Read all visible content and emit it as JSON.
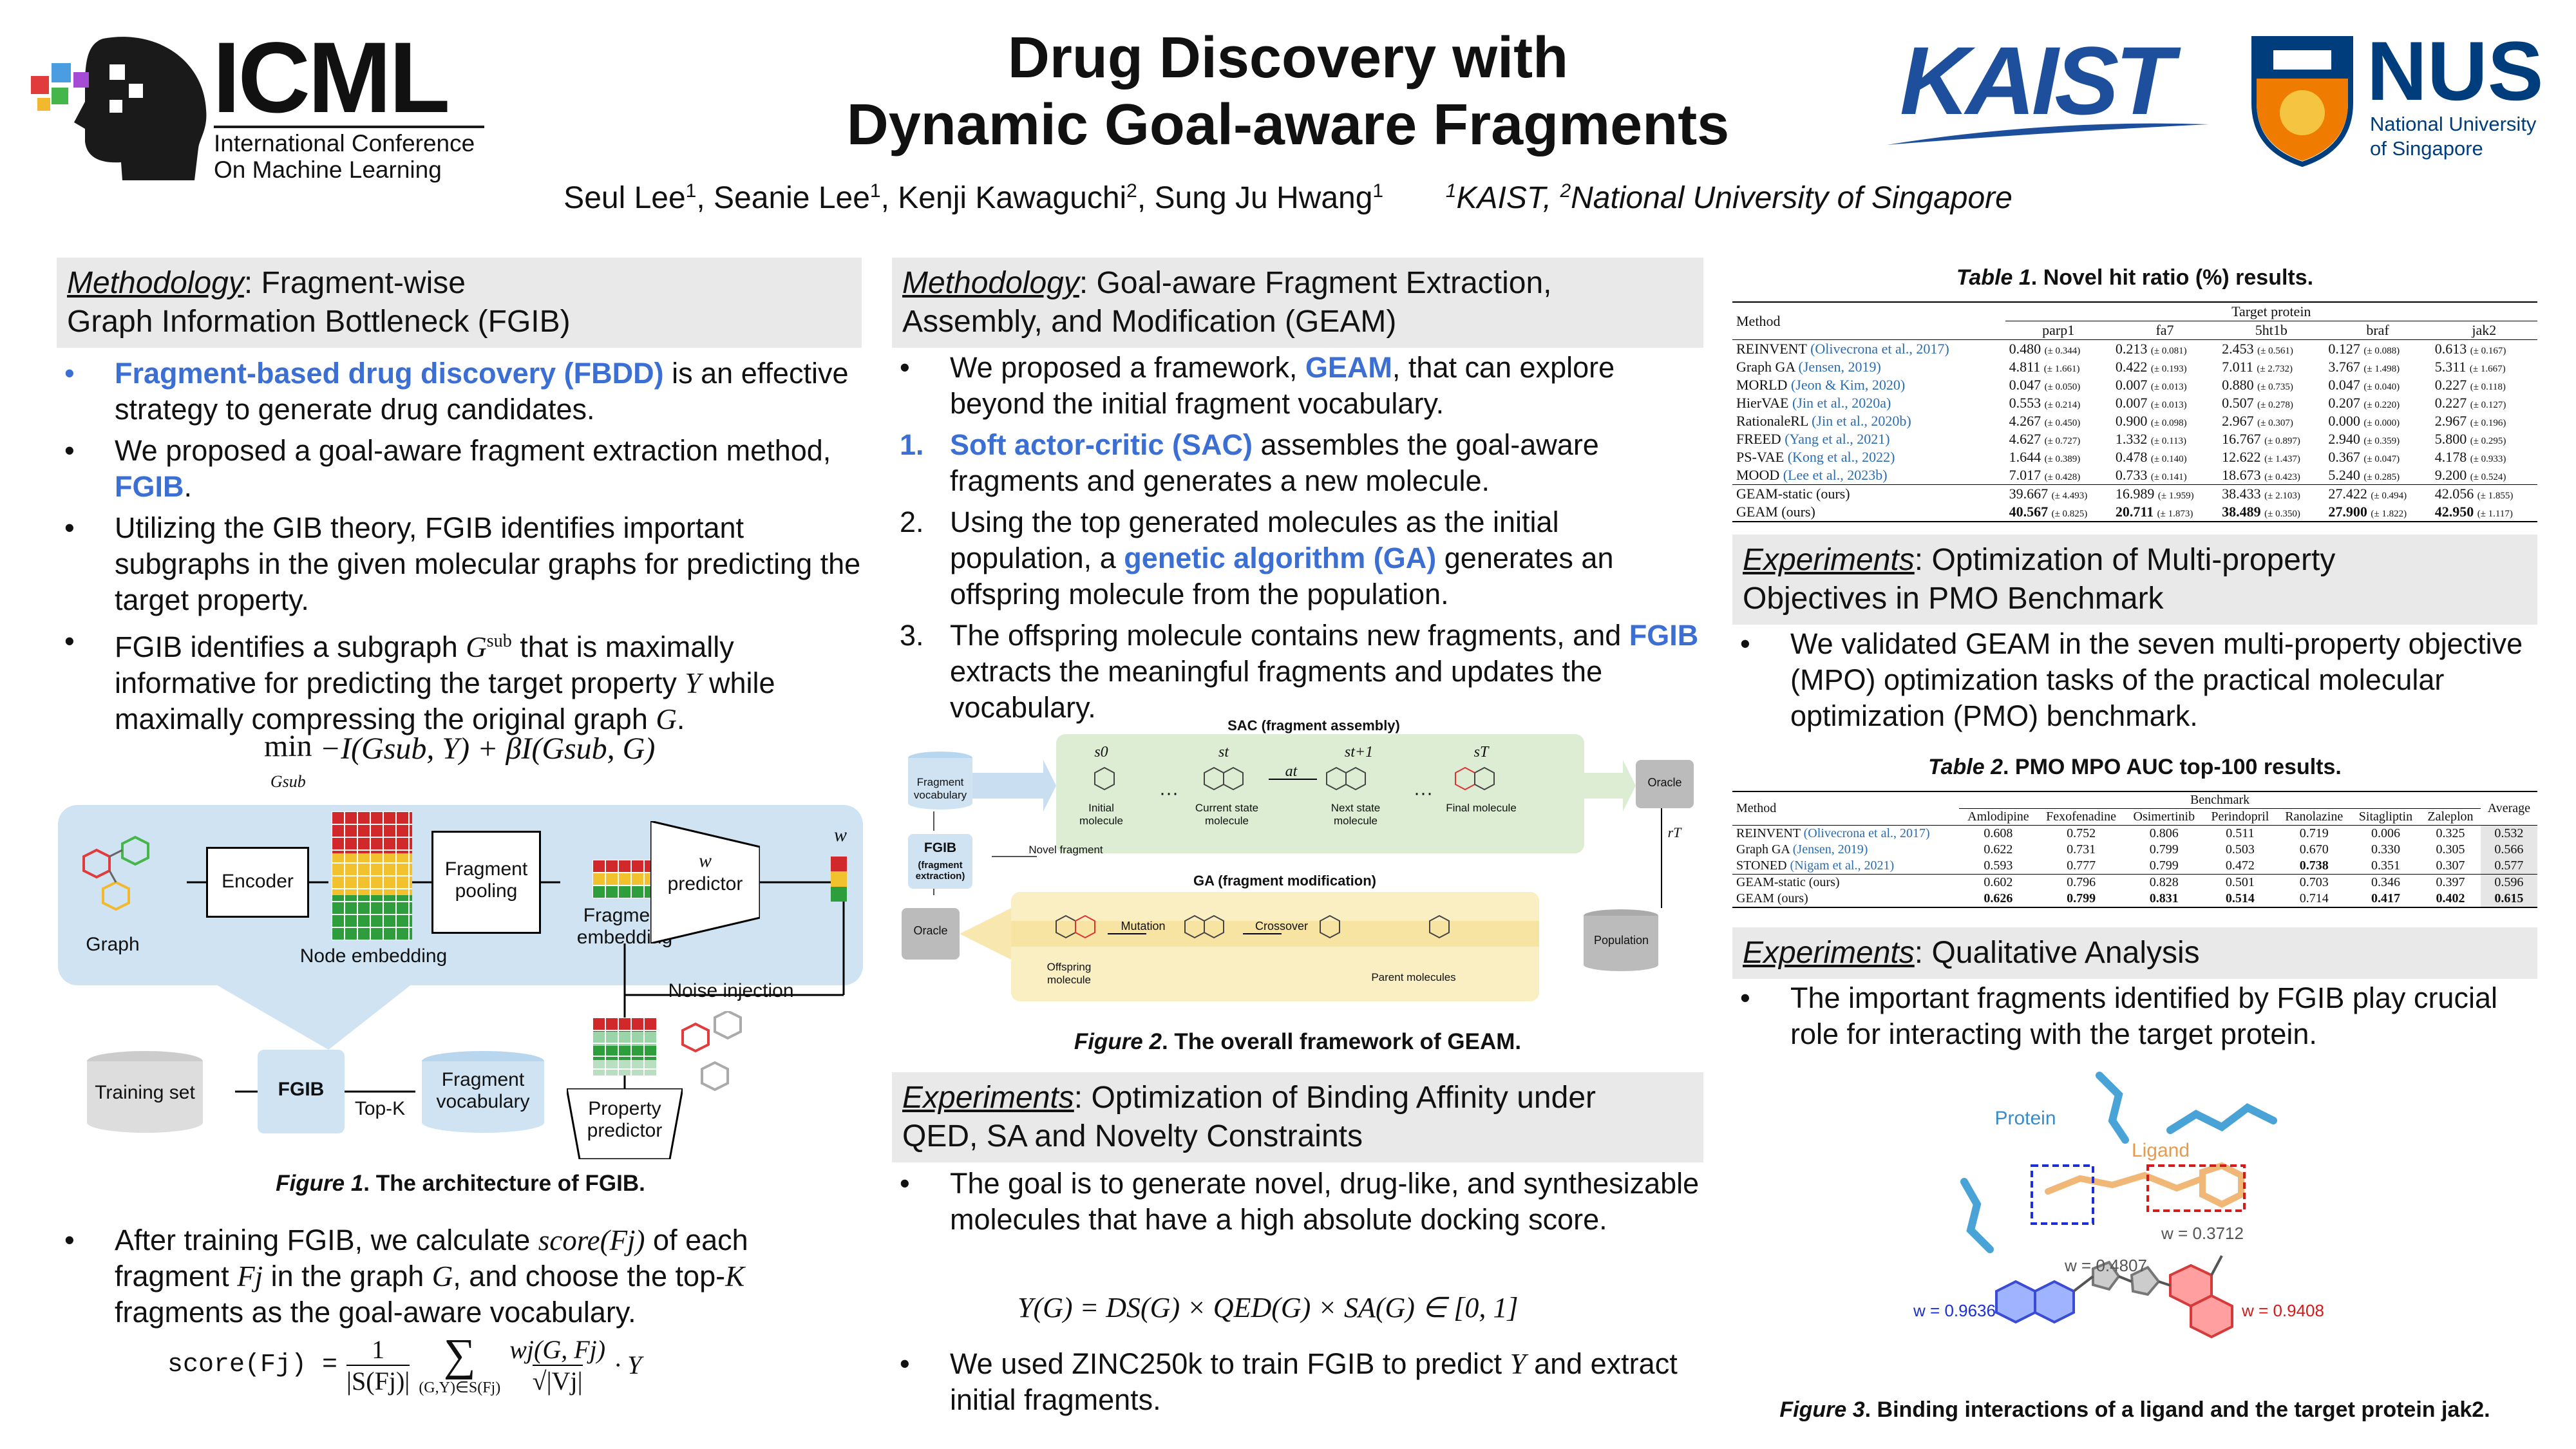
{
  "header": {
    "icml_logo_text": "ICML",
    "icml_sub1": "International Conference",
    "icml_sub2": "On Machine Learning",
    "title_line1": "Drug Discovery with",
    "title_line2": "Dynamic Goal-aware Fragments",
    "authors": [
      {
        "name": "Seul Lee",
        "aff": "1"
      },
      {
        "name": "Seanie Lee",
        "aff": "1"
      },
      {
        "name": "Kenji Kawaguchi",
        "aff": "2"
      },
      {
        "name": "Sung Ju Hwang",
        "aff": "1"
      }
    ],
    "affiliations": [
      {
        "num": "1",
        "name": "KAIST"
      },
      {
        "num": "2",
        "name": "National University of Singapore"
      }
    ],
    "kaist_logo_text": "KAIST",
    "nus_logo_text": "NUS",
    "nus_sub1": "National University",
    "nus_sub2": "of Singapore",
    "colors": {
      "kaist_blue": "#1d4f9c",
      "nus_blue": "#003d7c",
      "nus_orange": "#ef7c00"
    }
  },
  "col1": {
    "heading_italic": "Methodology",
    "heading_line1": ": Fragment-wise",
    "heading_line2": "Graph Information Bottleneck (FGIB)",
    "b1_hl": "Fragment-based drug discovery (FBDD)",
    "b1_rest": " is an effective strategy to generate drug candidates.",
    "b2_pre": "We proposed a goal-aware fragment extraction method, ",
    "b2_hl": "FGIB",
    "b2_post": ".",
    "b3": "Utilizing the GIB theory, FGIB identifies important subgraphs in the given molecular graphs for predicting the target property.",
    "b4_a": "FGIB identifies a subgraph ",
    "b4_b": " that is maximally informative for predicting the target property ",
    "b4_c": " while maximally compressing the original graph ",
    "b4_d": ".",
    "sym_gsub": "G",
    "sym_sub": "sub",
    "sym_y": "Y",
    "sym_g": "G",
    "eq1": "min −I(Gsub, Y) + βI(Gsub, G)",
    "eq1_parts": {
      "min": "min",
      "under": "Gsub",
      "body": "−I(Gsub, Y) + βI(Gsub, G)"
    },
    "fig1_labels": {
      "graph": "Graph",
      "encoder": "Encoder",
      "node_embedding": "Node embedding",
      "fragment_pooling": "Fragment pooling",
      "fragment_embedding": "Fragment embedding",
      "w": "w",
      "w_predictor": "predictor",
      "noise_injection": "Noise injection",
      "training_set": "Training set",
      "fgib": "FGIB",
      "top_k": "Top-K",
      "fragment_vocabulary": "Fragment vocabulary",
      "property_predictor": "Property predictor"
    },
    "fig1_caption_italic": "Figure 1",
    "fig1_caption_rest": ". The architecture of FGIB.",
    "b5_a": "After training FGIB, we calculate ",
    "b5_score": "score(Fj)",
    "b5_b": " of each fragment ",
    "b5_fj": "Fj",
    "b5_c": " in the graph ",
    "b5_g": "G",
    "b5_d": ", and choose the top-",
    "b5_k": "K",
    "b5_e": " fragments as the goal-aware vocabulary.",
    "eq2": "score(Fj) = 1/|S(Fj)| Σ(G,Y)∈S(Fj) wj(G,Fj)/√|Vj| · Y",
    "eq2_parts": {
      "lhs": "score(Fj) =",
      "num1": "1",
      "den1": "|S(Fj)|",
      "sum": "∑",
      "sub": "(G,Y)∈S(Fj)",
      "num2": "wj(G, Fj)",
      "den2": "√|Vj|",
      "tail": "· Y"
    }
  },
  "col2": {
    "heading_italic": "Methodology",
    "heading_line1": ": Goal-aware Fragment Extraction,",
    "heading_line2": "Assembly, and Modification (GEAM)",
    "b1_pre": "We proposed a framework, ",
    "b1_hl": "GEAM",
    "b1_post": ", that can explore beyond the initial fragment vocabulary.",
    "s1_hl": "Soft actor-critic (SAC)",
    "s1_rest": " assembles the goal-aware fragments and generates a new molecule.",
    "s2_pre": "Using the top generated molecules as the initial population, a ",
    "s2_hl": "genetic algorithm (GA)",
    "s2_post": " generates an offspring molecule from the population.",
    "s3_pre": "The offspring molecule contains new fragments, and ",
    "s3_hl": "FGIB",
    "s3_post": " extracts the meaningful fragments and updates the vocabulary.",
    "fig2_labels": {
      "sac": "SAC (fragment assembly)",
      "ga": "GA (fragment modification)",
      "frag_vocab": "Fragment vocabulary",
      "fgib": "FGIB",
      "fgib_sub": "(fragment extraction)",
      "novel_fragment": "Novel fragment",
      "s0": "s0",
      "st": "st",
      "at": "at",
      "st1": "st+1",
      "sT": "sT",
      "initial": "Initial molecule",
      "current": "Current state molecule",
      "next": "Next state molecule",
      "final": "Final molecule",
      "oracle": "Oracle",
      "rT": "rT",
      "population": "Population",
      "mutation": "Mutation",
      "crossover": "Crossover",
      "offspring": "Offspring molecule",
      "parents": "Parent molecules",
      "dots": "···"
    },
    "fig2_caption_italic": "Figure 2",
    "fig2_caption_rest": ". The overall framework of GEAM.",
    "heading2_italic": "Experiments",
    "heading2_line1": ": Optimization of Binding Affinity under",
    "heading2_line2": "QED, SA and Novelty Constraints",
    "b2": "The goal is to generate novel, drug-like, and synthesizable molecules that have a high absolute docking score.",
    "eq3": "Y(G) = DS(G) × QED(G) × SA(G) ∈ [0, 1]",
    "b3_pre": "We used ZINC250k to train FGIB to predict ",
    "b3_y": "Y",
    "b3_post": " and extract initial fragments."
  },
  "table1": {
    "caption_italic": "Table 1",
    "caption_rest": ". Novel hit ratio (%) results.",
    "method_header": "Method",
    "group_header": "Target protein",
    "columns": [
      "parp1",
      "fa7",
      "5ht1b",
      "braf",
      "jak2"
    ],
    "rows": [
      {
        "method": "REINVENT",
        "cite": "(Olivecrona et al., 2017)",
        "vals": [
          "0.480",
          "0.213",
          "2.453",
          "0.127",
          "0.613"
        ],
        "sds": [
          "(± 0.344)",
          "(± 0.081)",
          "(± 0.561)",
          "(± 0.088)",
          "(± 0.167)"
        ]
      },
      {
        "method": "Graph GA",
        "cite": "(Jensen, 2019)",
        "vals": [
          "4.811",
          "0.422",
          "7.011",
          "3.767",
          "5.311"
        ],
        "sds": [
          "(± 1.661)",
          "(± 0.193)",
          "(± 2.732)",
          "(± 1.498)",
          "(± 1.667)"
        ]
      },
      {
        "method": "MORLD",
        "cite": "(Jeon & Kim, 2020)",
        "vals": [
          "0.047",
          "0.007",
          "0.880",
          "0.047",
          "0.227"
        ],
        "sds": [
          "(± 0.050)",
          "(± 0.013)",
          "(± 0.735)",
          "(± 0.040)",
          "(± 0.118)"
        ]
      },
      {
        "method": "HierVAE",
        "cite": "(Jin et al., 2020a)",
        "vals": [
          "0.553",
          "0.007",
          "0.507",
          "0.207",
          "0.227"
        ],
        "sds": [
          "(± 0.214)",
          "(± 0.013)",
          "(± 0.278)",
          "(± 0.220)",
          "(± 0.127)"
        ]
      },
      {
        "method": "RationaleRL",
        "cite": "(Jin et al., 2020b)",
        "vals": [
          "4.267",
          "0.900",
          "2.967",
          "0.000",
          "2.967"
        ],
        "sds": [
          "(± 0.450)",
          "(± 0.098)",
          "(± 0.307)",
          "(± 0.000)",
          "(± 0.196)"
        ]
      },
      {
        "method": "FREED",
        "cite": "(Yang et al., 2021)",
        "vals": [
          "4.627",
          "1.332",
          "16.767",
          "2.940",
          "5.800"
        ],
        "sds": [
          "(± 0.727)",
          "(± 0.113)",
          "(± 0.897)",
          "(± 0.359)",
          "(± 0.295)"
        ]
      },
      {
        "method": "PS-VAE",
        "cite": "(Kong et al., 2022)",
        "vals": [
          "1.644",
          "0.478",
          "12.622",
          "0.367",
          "4.178"
        ],
        "sds": [
          "(± 0.389)",
          "(± 0.140)",
          "(± 1.437)",
          "(± 0.047)",
          "(± 0.933)"
        ]
      },
      {
        "method": "MOOD",
        "cite": "(Lee et al., 2023b)",
        "vals": [
          "7.017",
          "0.733",
          "18.673",
          "5.240",
          "9.200"
        ],
        "sds": [
          "(± 0.428)",
          "(± 0.141)",
          "(± 0.423)",
          "(± 0.285)",
          "(± 0.524)"
        ]
      }
    ],
    "ours": [
      {
        "method": "GEAM-static (ours)",
        "vals": [
          "39.667",
          "16.989",
          "38.433",
          "27.422",
          "42.056"
        ],
        "sds": [
          "(± 4.493)",
          "(± 1.959)",
          "(± 2.103)",
          "(± 0.494)",
          "(± 1.855)"
        ],
        "bold": false
      },
      {
        "method": "GEAM (ours)",
        "vals": [
          "40.567",
          "20.711",
          "38.489",
          "27.900",
          "42.950"
        ],
        "sds": [
          "(± 0.825)",
          "(± 1.873)",
          "(± 0.350)",
          "(± 1.822)",
          "(± 1.117)"
        ],
        "bold": true
      }
    ]
  },
  "col3": {
    "heading1_italic": "Experiments",
    "heading1_line1": ": Optimization of Multi-property",
    "heading1_line2": "Objectives in PMO Benchmark",
    "b1": "We validated GEAM in the seven multi-property objective (MPO) optimization tasks of the practical molecular optimization (PMO) benchmark.",
    "heading2_italic": "Experiments",
    "heading2_rest": ": Qualitative Analysis",
    "b2": "The important fragments identified by FGIB play crucial role for interacting with the target protein.",
    "fig3_labels": {
      "protein": "Protein",
      "ligand": "Ligand",
      "w1": "w = 0.3712",
      "w2": "w = 0.4807",
      "w3": "w = 0.9636",
      "w4": "w = 0.9408"
    },
    "fig3_caption_italic": "Figure 3",
    "fig3_caption_rest": ". Binding interactions of a ligand and the target protein jak2."
  },
  "table2": {
    "caption_italic": "Table 2",
    "caption_rest": ". PMO MPO AUC top-100 results.",
    "method_header": "Method",
    "group_header": "Benchmark",
    "avg_header": "Average",
    "columns": [
      "Amlodipine",
      "Fexofenadine",
      "Osimertinib",
      "Perindopril",
      "Ranolazine",
      "Sitagliptin",
      "Zaleplon"
    ],
    "rows": [
      {
        "method": "REINVENT",
        "cite": "(Olivecrona et al., 2017)",
        "vals": [
          "0.608",
          "0.752",
          "0.806",
          "0.511",
          "0.719",
          "0.006",
          "0.325"
        ],
        "avg": "0.532"
      },
      {
        "method": "Graph GA",
        "cite": "(Jensen, 2019)",
        "vals": [
          "0.622",
          "0.731",
          "0.799",
          "0.503",
          "0.670",
          "0.330",
          "0.305"
        ],
        "avg": "0.566"
      },
      {
        "method": "STONED",
        "cite": "(Nigam et al., 2021)",
        "vals": [
          "0.593",
          "0.777",
          "0.799",
          "0.472",
          "0.738",
          "0.351",
          "0.307"
        ],
        "avg": "0.577"
      }
    ],
    "ours": [
      {
        "method": "GEAM-static (ours)",
        "vals": [
          "0.602",
          "0.796",
          "0.828",
          "0.501",
          "0.703",
          "0.346",
          "0.397"
        ],
        "avg": "0.596"
      },
      {
        "method": "GEAM (ours)",
        "vals": [
          "0.626",
          "0.799",
          "0.831",
          "0.514",
          "0.714",
          "0.417",
          "0.402"
        ],
        "avg": "0.615"
      }
    ],
    "bold_cells": [
      [
        2,
        4
      ],
      [
        4,
        0
      ],
      [
        4,
        1
      ],
      [
        4,
        2
      ],
      [
        4,
        3
      ],
      [
        4,
        5
      ],
      [
        4,
        6
      ],
      [
        4,
        7
      ]
    ]
  }
}
